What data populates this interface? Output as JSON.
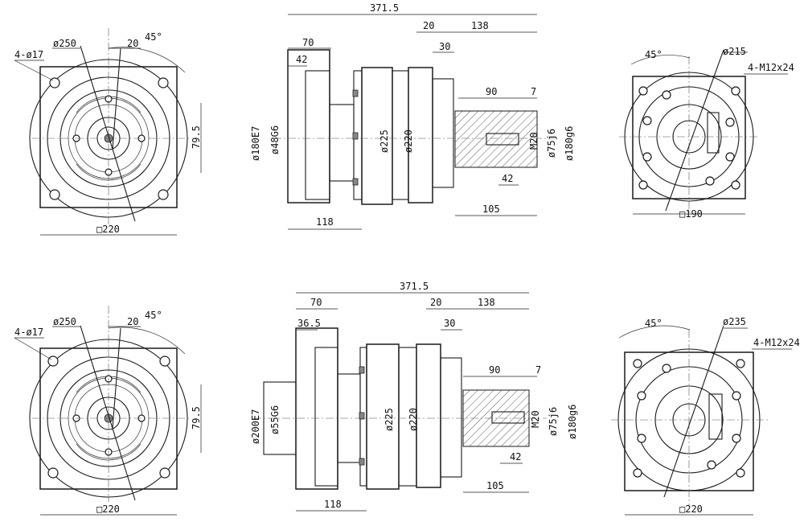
{
  "views": {
    "top": {
      "left": {
        "holes": "4-ø17",
        "dia": "ø250",
        "off": "20",
        "ang": "45°",
        "ht": "79.5",
        "sq": "□220"
      },
      "side": {
        "total": "371.5",
        "d20": "20",
        "d138": "138",
        "d30": "30",
        "d70": "70",
        "d42a": "42",
        "d90": "90",
        "d7": "7",
        "d180e7": "ø180E7",
        "d48g6": "ø48G6",
        "d225": "ø225",
        "d220": "ø220",
        "m20": "M20",
        "d75": "ø75j6",
        "d180g6": "ø180g6",
        "d42b": "42",
        "d118": "118",
        "d105": "105"
      },
      "right": {
        "ang": "45°",
        "dia": "ø215",
        "thread": "4-M12x24",
        "sq": "□190"
      }
    },
    "bottom": {
      "left": {
        "holes": "4-ø17",
        "dia": "ø250",
        "off": "20",
        "ang": "45°",
        "ht": "79.5",
        "sq": "□220"
      },
      "side": {
        "total": "371.5",
        "d70": "70",
        "d20": "20",
        "d138": "138",
        "d365": "36.5",
        "d30": "30",
        "d90": "90",
        "d7": "7",
        "d200e7": "ø200E7",
        "d55g6": "ø55G6",
        "d225": "ø225",
        "d220": "ø220",
        "m20": "M20",
        "d75": "ø75j6",
        "d180g6": "ø180g6",
        "d42": "42",
        "d118": "118",
        "d105": "105"
      },
      "right": {
        "ang": "45°",
        "dia": "ø235",
        "thread": "4-M12x24",
        "sq": "□220"
      }
    }
  }
}
